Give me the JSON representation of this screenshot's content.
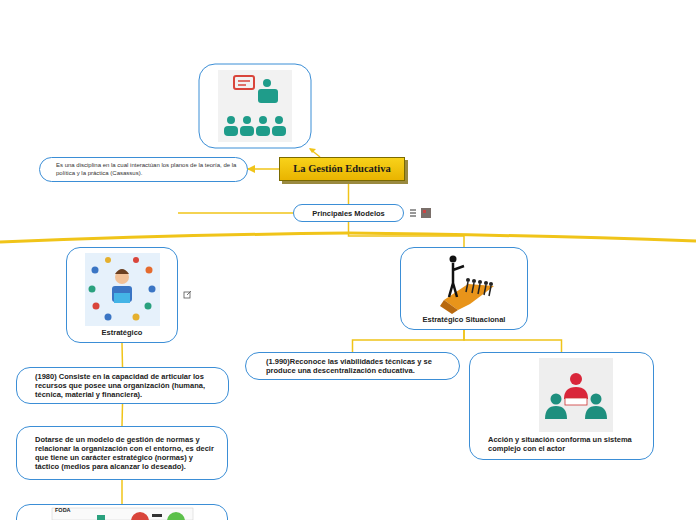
{
  "diagram": {
    "nodes": [
      {
        "text": [
          "La Gestión Educativa"
        ]
      },
      {
        "text": [
          "Es una disciplina en la cual interactúan los planos de la teoría, de la política y la práctica (Casassus)."
        ]
      },
      {
        "text": [
          "Principales Modelos"
        ]
      },
      {
        "text": [
          "Estratégico"
        ]
      },
      {
        "text": [
          "Estratégico Situacional"
        ]
      },
      {
        "text": [
          "(1980) Consiste en la capacidad de articular los recursos que posee una organización (humana, técnica, material y financiera)."
        ]
      },
      {
        "text": [
          "Dotarse de un modelo de gestión de normas y relacionar la organización con el entorno, es decir que tiene un carácter estratégico (normas) y táctico (medios para alcanzar lo deseado)."
        ]
      },
      {
        "text": [
          "FODA"
        ]
      },
      {
        "text": [
          "(1.990)Reconoce las viabilidades técnicas y se produce una descentralización educativa."
        ]
      },
      {
        "text": [
          "Acción y situación conforma un sistema complejo con el actor"
        ]
      }
    ],
    "edges": [
      {
        "from": 0,
        "to": 1,
        "arrow": "to"
      },
      {
        "from": 0,
        "to": 2,
        "arrow": "none"
      },
      {
        "from": 2,
        "to": 3,
        "arrow": "none"
      },
      {
        "from": 2,
        "to": 4,
        "arrow": "none"
      },
      {
        "from": 3,
        "to": 5,
        "arrow": "none"
      },
      {
        "from": 5,
        "to": 6,
        "arrow": "none"
      },
      {
        "from": 6,
        "to": 7,
        "arrow": "none"
      },
      {
        "from": 4,
        "to": 8,
        "arrow": "none"
      },
      {
        "from": 4,
        "to": 9,
        "arrow": "none"
      }
    ]
  }
}
